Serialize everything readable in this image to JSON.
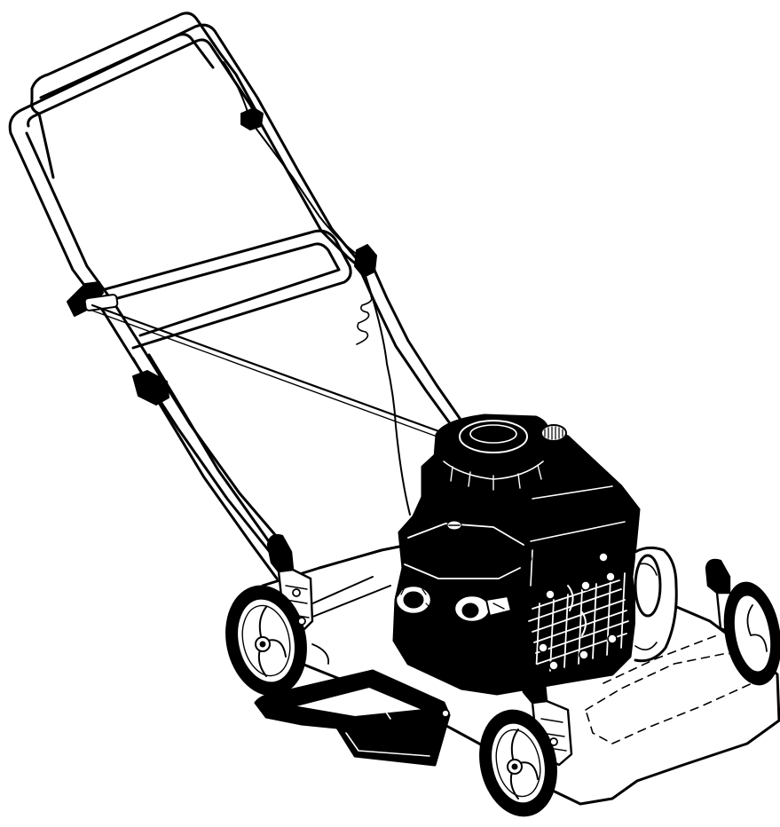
{
  "colors": {
    "background": "#ffffff",
    "ink": "#000000",
    "paper": "#ffffff"
  },
  "illustration": {
    "subject_icon": "push-lawn-mower-icon",
    "parts": [
      "handle",
      "starter-rope",
      "control-bar",
      "engine",
      "deck",
      "side-discharge-chute",
      "front-wheels",
      "rear-wheels",
      "height-adjusters"
    ]
  }
}
